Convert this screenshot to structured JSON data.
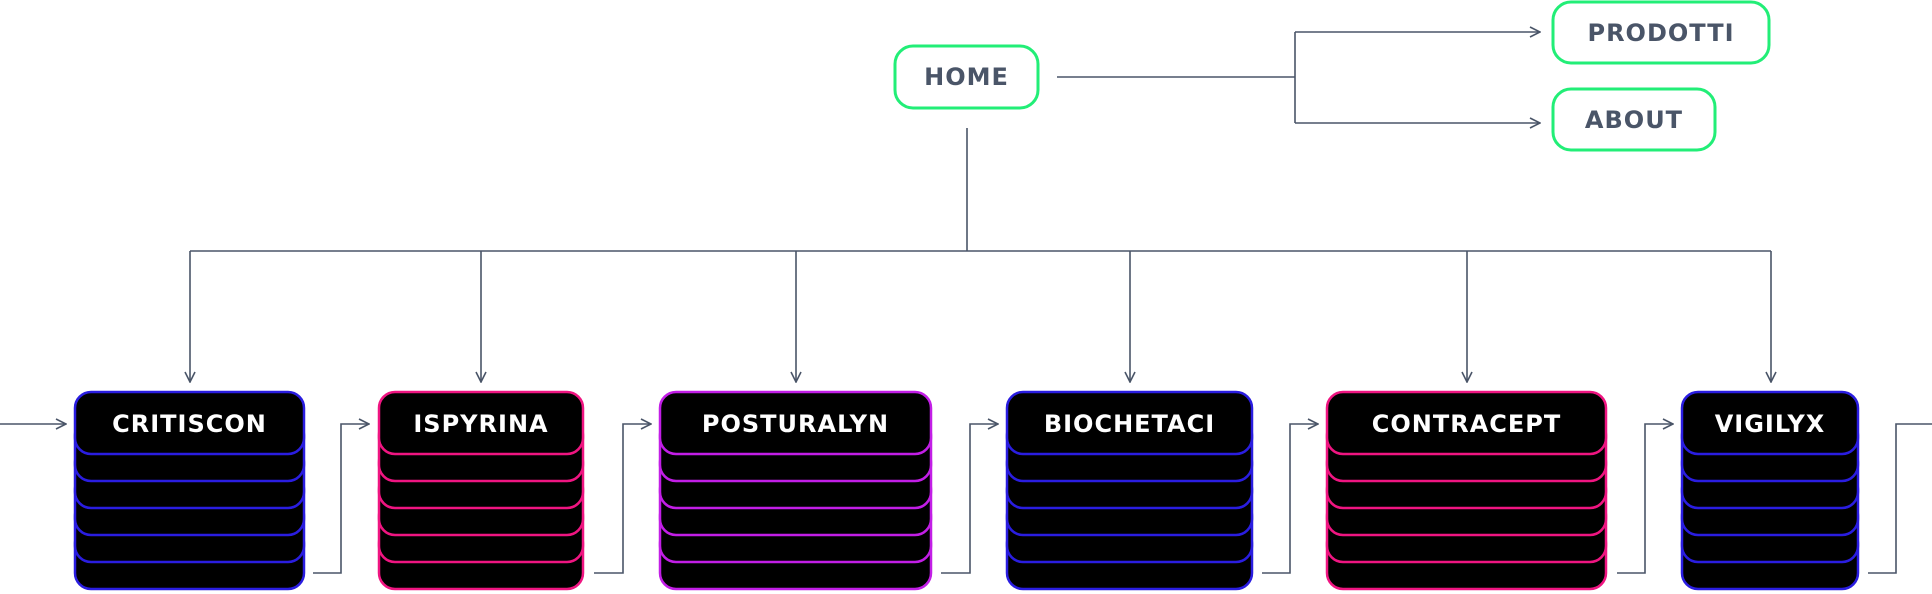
{
  "colors": {
    "connector": "#4a5568",
    "nav_border": "#22ee77",
    "nav_text": "#4a5568",
    "stack_fill": "#000000",
    "stack_text": "#ffffff",
    "blue": "#2a1de0",
    "pink": "#ef1581",
    "purple": "#c21ee6"
  },
  "nav": {
    "home": "HOME",
    "prodotti": "PRODOTTI",
    "about": "ABOUT"
  },
  "products": [
    {
      "label": "CRITISCON",
      "color": "blue"
    },
    {
      "label": "ISPYRINA",
      "color": "pink"
    },
    {
      "label": "POSTURALYN",
      "color": "purple"
    },
    {
      "label": "BIOCHETACI",
      "color": "blue"
    },
    {
      "label": "CONTRACEPT",
      "color": "pink"
    },
    {
      "label": "VIGILYX",
      "color": "blue"
    }
  ]
}
